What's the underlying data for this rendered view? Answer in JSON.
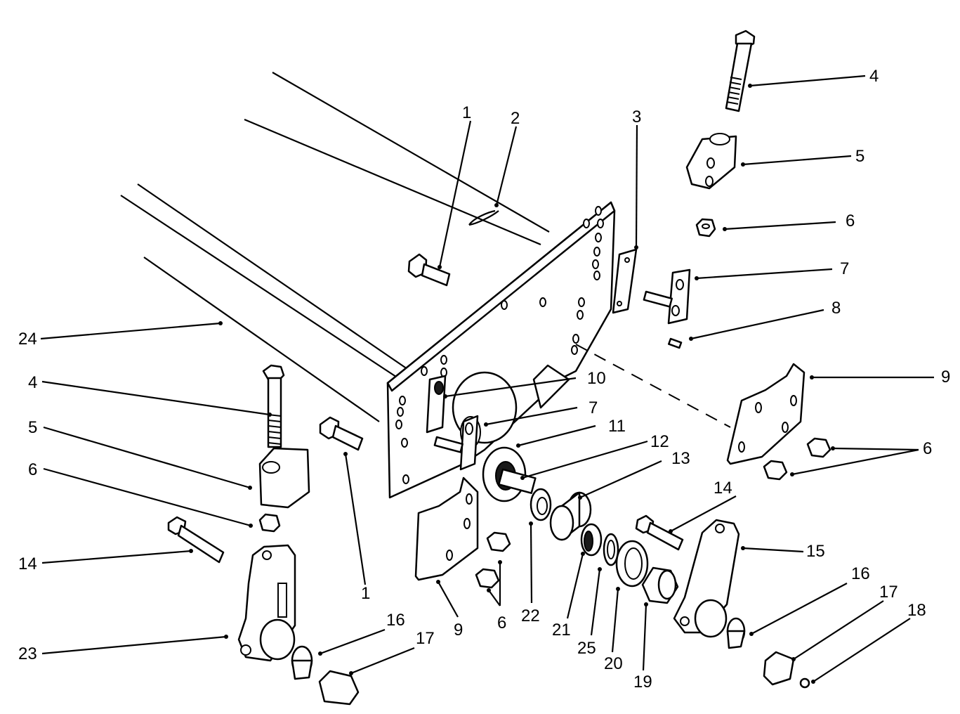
{
  "diagram": {
    "callouts": [
      {
        "id": "c1a",
        "text": "1"
      },
      {
        "id": "c2",
        "text": "2"
      },
      {
        "id": "c3",
        "text": "3"
      },
      {
        "id": "c4a",
        "text": "4"
      },
      {
        "id": "c5a",
        "text": "5"
      },
      {
        "id": "c6a",
        "text": "6"
      },
      {
        "id": "c7a",
        "text": "7"
      },
      {
        "id": "c8",
        "text": "8"
      },
      {
        "id": "c9a",
        "text": "9"
      },
      {
        "id": "c24",
        "text": "24"
      },
      {
        "id": "c4b",
        "text": "4"
      },
      {
        "id": "c5b",
        "text": "5"
      },
      {
        "id": "c6b",
        "text": "6"
      },
      {
        "id": "c14a",
        "text": "14"
      },
      {
        "id": "c23",
        "text": "23"
      },
      {
        "id": "c10",
        "text": "10"
      },
      {
        "id": "c7b",
        "text": "7"
      },
      {
        "id": "c11",
        "text": "11"
      },
      {
        "id": "c12",
        "text": "12"
      },
      {
        "id": "c13",
        "text": "13"
      },
      {
        "id": "c6c",
        "text": "6"
      },
      {
        "id": "c14b",
        "text": "14"
      },
      {
        "id": "c15",
        "text": "15"
      },
      {
        "id": "c16a",
        "text": "16"
      },
      {
        "id": "c17a",
        "text": "17"
      },
      {
        "id": "c18",
        "text": "18"
      },
      {
        "id": "c1b",
        "text": "1"
      },
      {
        "id": "c9b",
        "text": "9"
      },
      {
        "id": "c6d",
        "text": "6"
      },
      {
        "id": "c22",
        "text": "22"
      },
      {
        "id": "c21",
        "text": "21"
      },
      {
        "id": "c25",
        "text": "25"
      },
      {
        "id": "c20",
        "text": "20"
      },
      {
        "id": "c19",
        "text": "19"
      },
      {
        "id": "c16b",
        "text": "16"
      },
      {
        "id": "c17b",
        "text": "17"
      }
    ]
  }
}
